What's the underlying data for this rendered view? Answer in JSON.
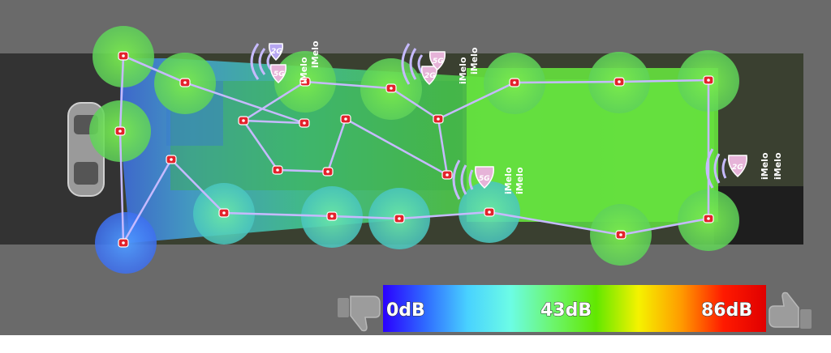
{
  "app": {
    "name": "iMelo"
  },
  "access_points": [
    {
      "id": "ap-1",
      "name": "iMelo",
      "bands": [
        "2G",
        "5G"
      ]
    },
    {
      "id": "ap-2",
      "name": "iMelo",
      "bands": [
        "2G",
        "5G"
      ]
    },
    {
      "id": "ap-3",
      "name": "iMelo",
      "bands": [
        "5G"
      ]
    },
    {
      "id": "ap-4",
      "name": "iMelo",
      "bands": [
        "2G"
      ]
    }
  ],
  "legend": {
    "min_label": "0dB",
    "mid_label": "43dB",
    "max_label": "86dB",
    "gradient": [
      "#2a00ff",
      "#2f6bff",
      "#49d2ff",
      "#6cfce5",
      "#6cf56c",
      "#62e800",
      "#f5f200",
      "#ff9b00",
      "#ff1a00",
      "#e00000"
    ],
    "left_icon": "thumbs-down-icon",
    "right_icon": "thumbs-up-icon"
  },
  "colors": {
    "background": "#6a6a6a",
    "floorplan_dark": "#2f2f2f",
    "path": "#c7b8ff",
    "marker": "#e5202a",
    "signal_strong": "#6fe040",
    "signal_medium": "#55d8a0",
    "signal_weak": "#3f8cff"
  }
}
